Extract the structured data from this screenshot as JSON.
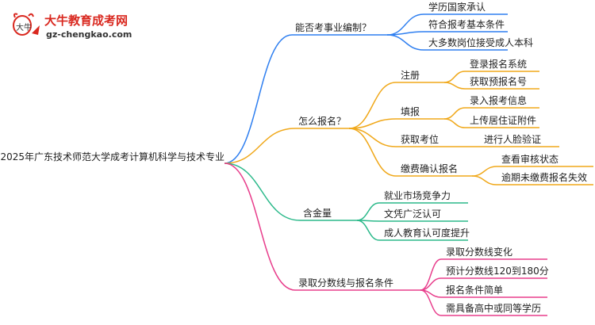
{
  "logo": {
    "title": "大牛教育成考网",
    "url": "gz-chengkao.com",
    "mascot_text": "大牛"
  },
  "root": "2025年广东技术师范大学成考计算机科学与技术专业",
  "colors": {
    "blue": "#2f7ff0",
    "orange": "#f0a81a",
    "green": "#2bb98a",
    "pink": "#e83e8c",
    "logo_red": "#d9281f"
  },
  "branches": [
    {
      "label": "能否考事业编制？",
      "color": "blue",
      "children": [
        {
          "label": "学历国家承认",
          "children": []
        },
        {
          "label": "符合报考基本条件",
          "children": []
        },
        {
          "label": "大多数岗位接受成人本科",
          "children": []
        }
      ]
    },
    {
      "label": "怎么报名？",
      "color": "orange",
      "children": [
        {
          "label": "注册",
          "children": [
            "登录报名系统",
            "获取预报名号"
          ]
        },
        {
          "label": "填报",
          "children": [
            "录入报考信息",
            "上传居住证附件"
          ]
        },
        {
          "label": "获取考位",
          "children": [
            "进行人脸验证"
          ]
        },
        {
          "label": "缴费确认报名",
          "children": [
            "查看审核状态",
            "逾期未缴费报名失效"
          ]
        }
      ]
    },
    {
      "label": "含金量",
      "color": "green",
      "children": [
        {
          "label": "就业市场竞争力",
          "children": []
        },
        {
          "label": "文凭广泛认可",
          "children": []
        },
        {
          "label": "成人教育认可度提升",
          "children": []
        }
      ]
    },
    {
      "label": "录取分数线与报名条件",
      "color": "pink",
      "children": [
        {
          "label": "录取分数线变化",
          "children": []
        },
        {
          "label": "预计分数线120到180分",
          "children": []
        },
        {
          "label": "报名条件简单",
          "children": []
        },
        {
          "label": "需具备高中或同等学历",
          "children": []
        }
      ]
    }
  ]
}
